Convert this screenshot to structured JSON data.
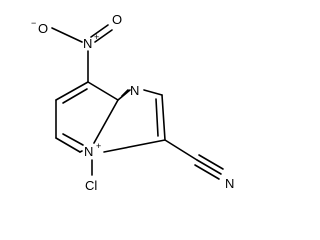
{
  "molecule": {
    "atoms": {
      "nitro_o_left": "O",
      "nitro_n": "N",
      "nitro_o_right": "O",
      "imidazole_n": "N",
      "bridgehead_n": "N",
      "chloro": "Cl",
      "nitrile_n": "N"
    },
    "charges": {
      "nitro_o_minus": "−",
      "nitro_n_plus": "+",
      "bridgehead_plus": "+"
    }
  }
}
